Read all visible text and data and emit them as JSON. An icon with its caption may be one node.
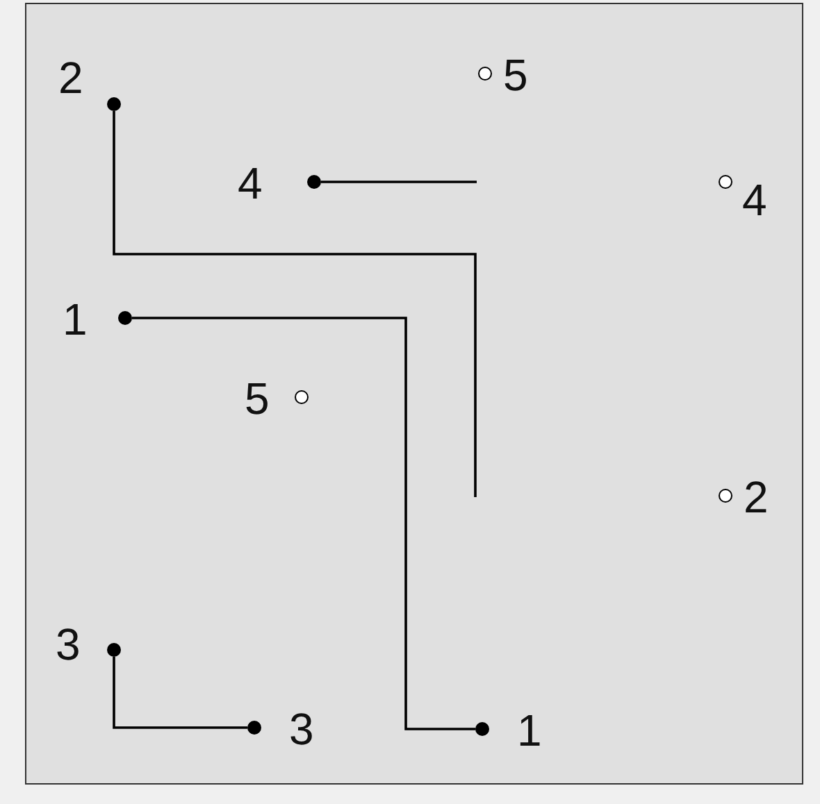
{
  "diagram": {
    "nodes": [
      {
        "text": [],
        "shape": "dot",
        "beside": [
          "2"
        ]
      },
      {
        "text": [],
        "shape": "circle",
        "beside": [
          "5"
        ]
      },
      {
        "text": [],
        "shape": "dot",
        "beside": [
          "4"
        ]
      },
      {
        "text": [],
        "shape": "circle",
        "beside": [
          "4"
        ]
      },
      {
        "text": [],
        "shape": "dot",
        "beside": [
          "1"
        ]
      },
      {
        "text": [],
        "shape": "circle",
        "beside": [
          "5"
        ]
      },
      {
        "text": [],
        "shape": "circle",
        "beside": [
          "2"
        ]
      },
      {
        "text": [],
        "shape": "dot",
        "beside": [
          "3"
        ]
      },
      {
        "text": [],
        "shape": "dot",
        "beside": [
          "3"
        ]
      },
      {
        "text": [],
        "shape": "dot",
        "beside": [
          "1"
        ]
      }
    ],
    "edges": [
      {
        "from": 0,
        "to": null,
        "arrow": "none"
      },
      {
        "from": 2,
        "to": null,
        "arrow": "none"
      },
      {
        "from": 4,
        "to": 9,
        "arrow": "none"
      },
      {
        "from": 7,
        "to": 8,
        "arrow": "none"
      }
    ]
  }
}
